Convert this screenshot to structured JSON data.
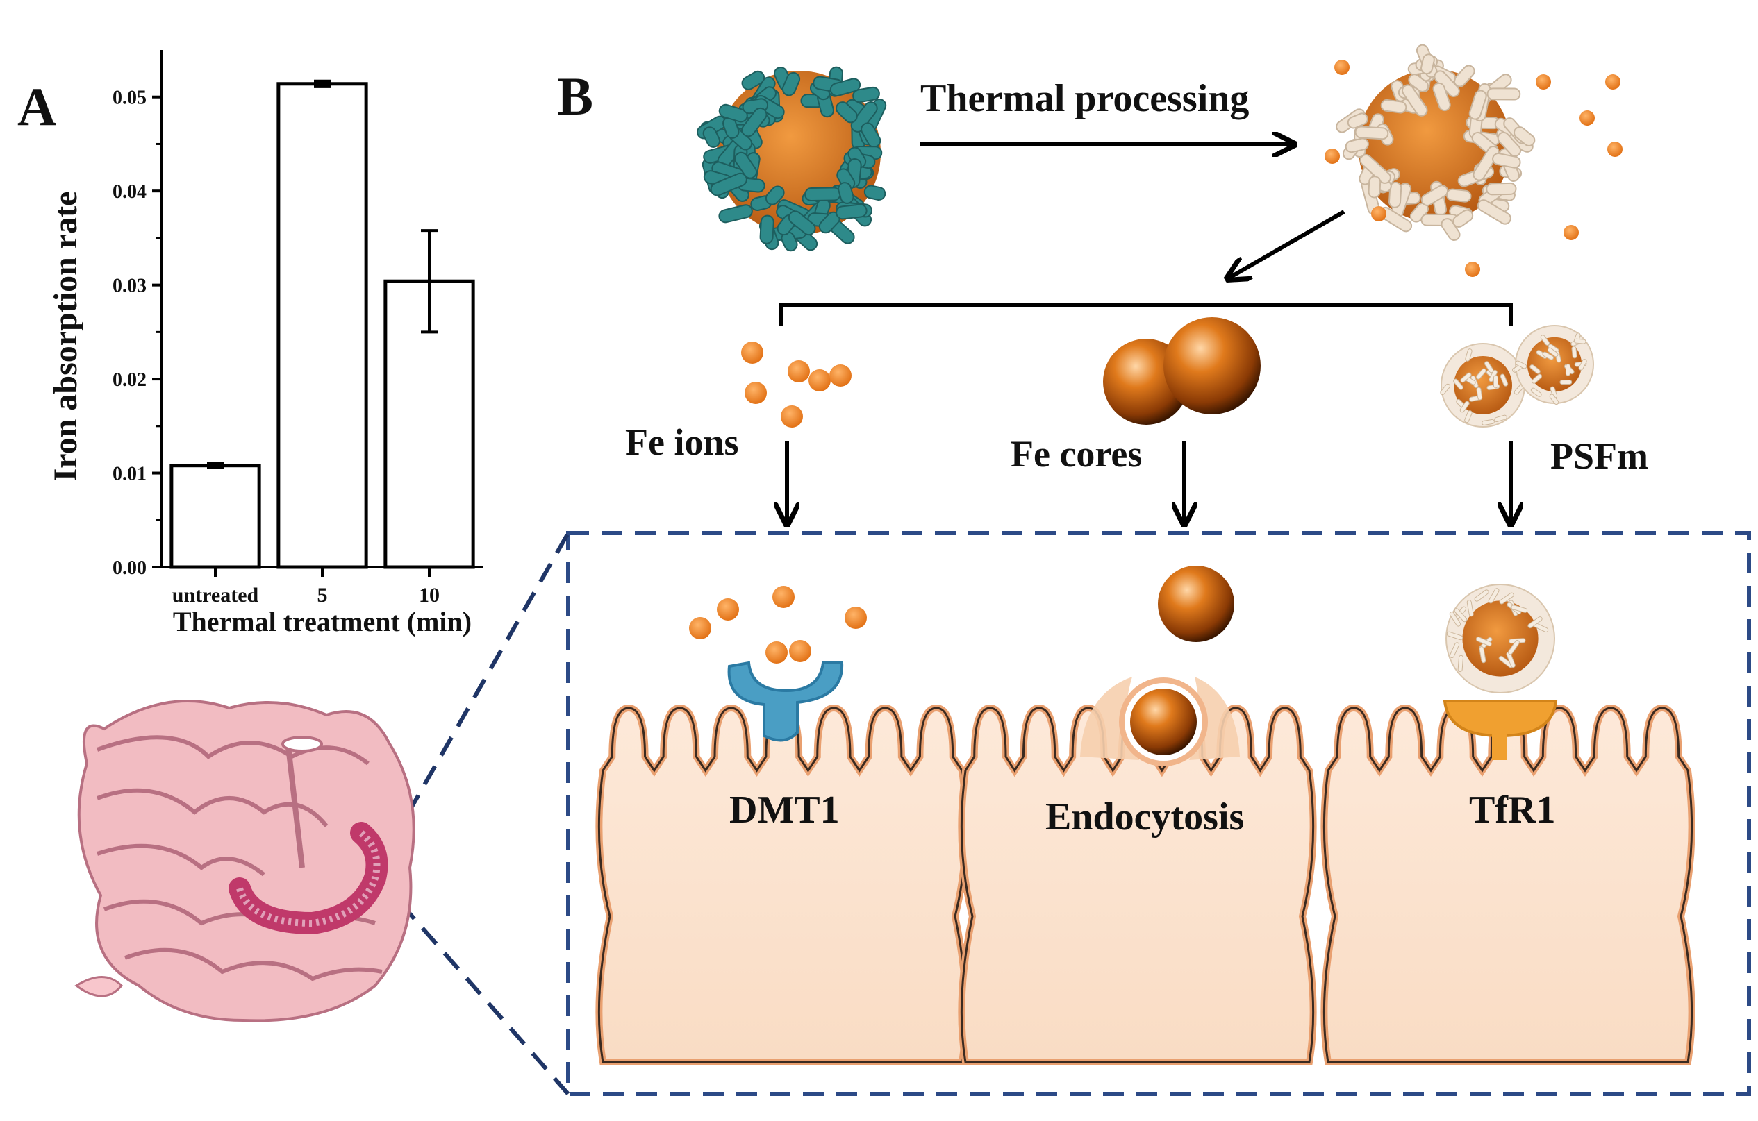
{
  "panel_a": {
    "letter": "A",
    "chart_data": {
      "type": "bar",
      "categories": [
        "untreated",
        "5",
        "10"
      ],
      "values": [
        0.0108,
        0.0514,
        0.0304
      ],
      "errors": [
        0.0002,
        0.0003,
        0.0054
      ],
      "ylabel": "Iron absorption rate",
      "xlabel": "Thermal treatment (min)",
      "ylim": [
        0,
        0.055
      ],
      "yticks": [
        0.0,
        0.01,
        0.02,
        0.03,
        0.04,
        0.05
      ],
      "ytick_labels": [
        "0.00",
        "0.01",
        "0.02",
        "0.03",
        "0.04",
        "0.05"
      ],
      "bar_fill": "#ffffff",
      "bar_stroke": "#000000"
    }
  },
  "panel_b": {
    "letter": "B",
    "process_label": "Thermal processing",
    "products": [
      "Fe ions",
      "Fe cores",
      "PSFm"
    ],
    "pathways": [
      "DMT1",
      "Endocytosis",
      "TfR1"
    ]
  },
  "colors": {
    "iron_orange": "#e8852a",
    "protein_shell_teal": "#2e8a8a",
    "denatured_shell": "#e8d8c4",
    "cell_fill": "#fbe3cf",
    "cell_border": "#e9a070",
    "dmt1_blue": "#4a9ec4",
    "tfr1_orange": "#f0a030",
    "intestine_pink": "#f2bcc2",
    "dash_navy": "#2c4a86"
  }
}
